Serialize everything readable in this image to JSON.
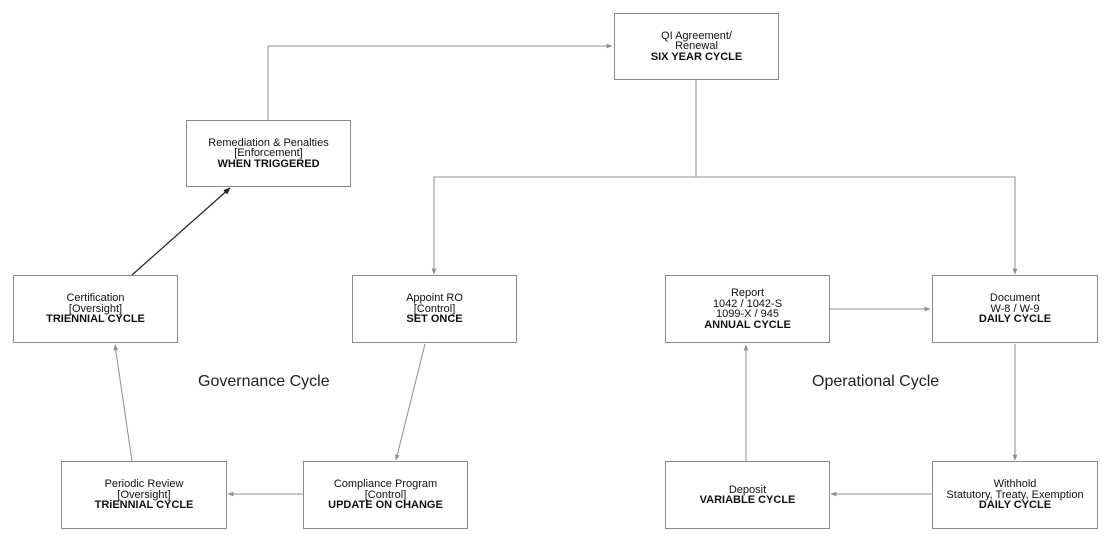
{
  "nodes": {
    "qi": {
      "lines": [
        "QI Agreement/",
        "Renewal"
      ],
      "cycle": "SIX YEAR CYCLE"
    },
    "remediation": {
      "lines": [
        "Remediation & Penalties",
        "[Enforcement]"
      ],
      "cycle": "WHEN TRIGGERED"
    },
    "certification": {
      "lines": [
        "Certification",
        "[Oversight]"
      ],
      "cycle": "TRIENNIAL CYCLE"
    },
    "appoint_ro": {
      "lines": [
        "Appoint RO",
        "[Control]"
      ],
      "cycle": "SET ONCE"
    },
    "report": {
      "lines": [
        "Report",
        "1042 / 1042-S",
        "1099-X / 945"
      ],
      "cycle": "ANNUAL CYCLE"
    },
    "document": {
      "lines": [
        "Document",
        "W-8 / W-9"
      ],
      "cycle": "DAILY CYCLE"
    },
    "periodic": {
      "lines": [
        "Periodic Review",
        "[Oversight]"
      ],
      "cycle": "TRiENNIAL CYCLE"
    },
    "compliance": {
      "lines": [
        "Compliance Program",
        "[Control]"
      ],
      "cycle": "UPDATE ON CHANGE"
    },
    "deposit": {
      "lines": [
        "Deposit"
      ],
      "cycle": "VARIABLE CYCLE"
    },
    "withhold": {
      "lines": [
        "Withhold",
        "Statutory, Treaty, Exemption"
      ],
      "cycle": "DAILY CYCLE"
    }
  },
  "groups": {
    "governance": "Governance Cycle",
    "operational": "Operational Cycle"
  },
  "colors": {
    "border": "#8a8a8a",
    "edge": "#8f8f8f",
    "edge_dark": "#222222"
  }
}
